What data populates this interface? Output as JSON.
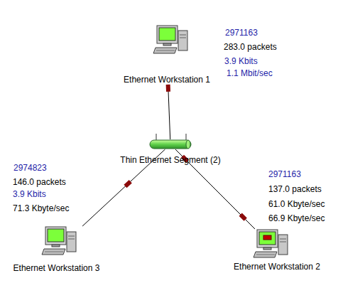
{
  "diagram": {
    "nodes": [
      {
        "text": [
          "Ethernet Workstation 1"
        ]
      },
      {
        "text": [
          "Thin Ethernet Segment (2)"
        ]
      },
      {
        "text": [
          "Ethernet Workstation 3"
        ]
      },
      {
        "text": [
          "Ethernet Workstation 2"
        ]
      }
    ],
    "edges": [
      {
        "from": 1,
        "to": 0,
        "arrow": "none"
      },
      {
        "from": 1,
        "to": 2,
        "arrow": "none"
      },
      {
        "from": 1,
        "to": 3,
        "arrow": "none"
      }
    ],
    "labels": [
      "2971163",
      "283.0 packets",
      "3.9 Kbits",
      "1.1 Mbit/sec",
      "2974823",
      "146.0 packets",
      "3.9 Kbits",
      "71.3 Kbyte/sec",
      "2971163",
      "137.0 packets",
      "61.0 Kbyte/sec",
      "66.9 Kbyte/sec"
    ]
  }
}
